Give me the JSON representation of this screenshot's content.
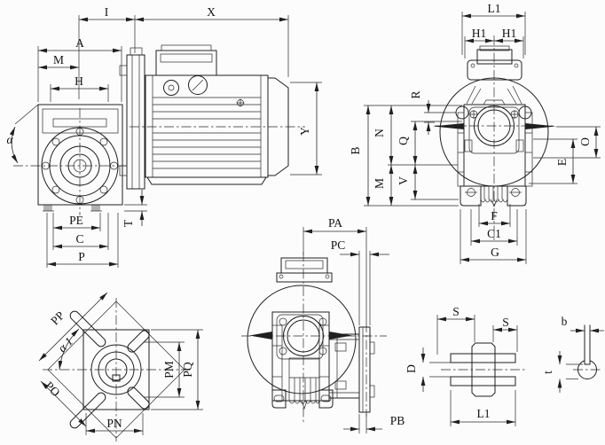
{
  "colors": {
    "background": "#fcfcfc",
    "line": "#1f1f1f"
  },
  "labels": {
    "sideView": {
      "I": "I",
      "X": "X",
      "A": "A",
      "M": "M",
      "H": "H",
      "alpha": "α",
      "PE": "PE",
      "C": "C",
      "P": "P",
      "T": "T",
      "Y": "Y"
    },
    "frontView": {
      "L1": "L1",
      "H1a": "H1",
      "H1b": "H1",
      "R": "R",
      "B": "B",
      "N": "N",
      "M": "M",
      "Q": "Q",
      "V": "V",
      "O": "O",
      "E": "E",
      "F": "F",
      "C1": "C1",
      "G": "G"
    },
    "flangeSideView": {
      "PA": "PA",
      "PC": "PC",
      "PB": "PB"
    },
    "flangeFaceView": {
      "PP": "PP",
      "alpha1": "α 1",
      "PO": "PO",
      "PM": "PM",
      "PQ": "PQ",
      "PN": "PN"
    },
    "shaftView": {
      "S1": "S",
      "S2": "S",
      "D": "D",
      "L1": "L1"
    },
    "keyView": {
      "b": "b",
      "t": "t"
    }
  }
}
